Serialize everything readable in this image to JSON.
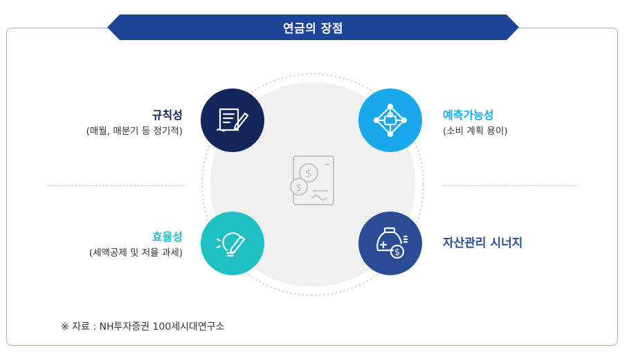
{
  "header": {
    "title": "연금의 장점"
  },
  "colors": {
    "navy": "#13265c",
    "sky": "#1aa8ec",
    "teal": "#1fbfc4",
    "royal": "#2a4c95",
    "ribbon": "#1e4595"
  },
  "items": [
    {
      "id": "regularity",
      "title": "규칙성",
      "subtitle": "(매월, 매분기 등  정기적)",
      "icon": "document-signature-icon"
    },
    {
      "id": "predictability",
      "title": "예측가능성",
      "subtitle": "(소비 계획 용이)",
      "icon": "network-target-icon"
    },
    {
      "id": "efficiency",
      "title": "효율성",
      "subtitle": "(세액공제 및 저율 과세)",
      "icon": "lightbulb-pen-icon"
    },
    {
      "id": "synergy",
      "title": "자산관리 시너지",
      "subtitle": "",
      "icon": "money-bag-plus-icon"
    }
  ],
  "center": {
    "icon": "coin-document-icon"
  },
  "footer": {
    "source": "※ 자료 : NH투자증권 100세시대연구소"
  }
}
